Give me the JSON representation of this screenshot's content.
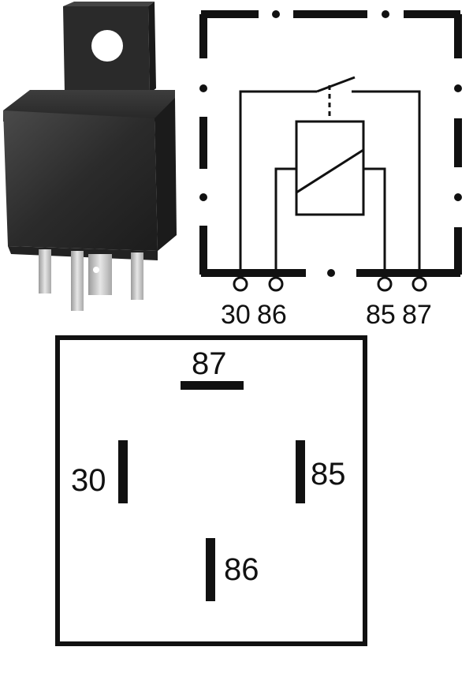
{
  "schematic": {
    "terminals": [
      {
        "id": "t30",
        "label": "30"
      },
      {
        "id": "t86",
        "label": "86"
      },
      {
        "id": "t85",
        "label": "85"
      },
      {
        "id": "t87",
        "label": "87"
      }
    ]
  },
  "footprint": {
    "pins": [
      {
        "id": "p87",
        "label": "87"
      },
      {
        "id": "p30",
        "label": "30"
      },
      {
        "id": "p85",
        "label": "85"
      },
      {
        "id": "p86",
        "label": "86"
      }
    ]
  },
  "colors": {
    "ink": "#111111",
    "relay_body": "#2b2b2b",
    "relay_highlight": "#4a4a4a",
    "pin_metal": "#c9c9c9"
  }
}
